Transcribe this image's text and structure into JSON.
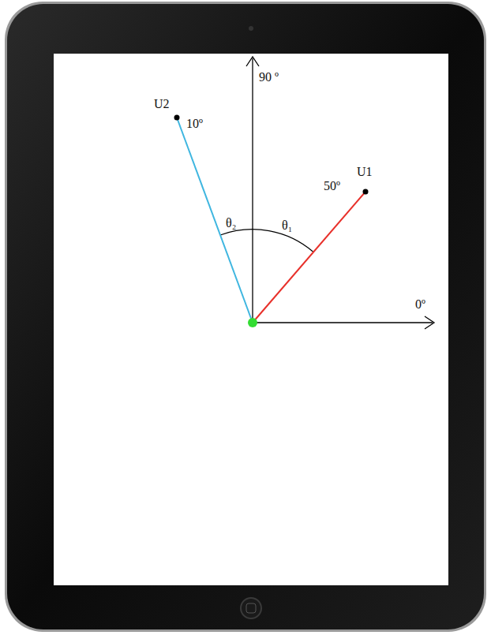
{
  "diagram": {
    "labels": [
      "90 º",
      "U2",
      "10º",
      "U1",
      "50º",
      "θ₂",
      "θ₁",
      "0º"
    ]
  }
}
